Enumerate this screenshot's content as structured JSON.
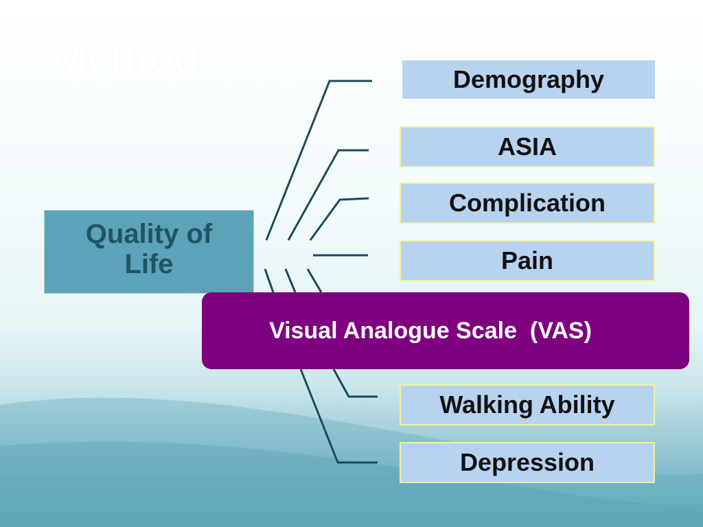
{
  "slide": {
    "title": "Method"
  },
  "center": {
    "label": "Quality of Life"
  },
  "items": [
    "Demography",
    "ASIA",
    "Complication",
    "Pain",
    "Visual Analogue Scale  (VAS)",
    "Walking Ability",
    "Depression"
  ],
  "colors": {
    "center_fill": "#5ca2b8",
    "center_text": "#1f5566",
    "item_fill": "#b7d3f0",
    "item_border": "#f3f0a0",
    "highlight_fill": "#7f007f",
    "connector": "#1a4a5a"
  }
}
